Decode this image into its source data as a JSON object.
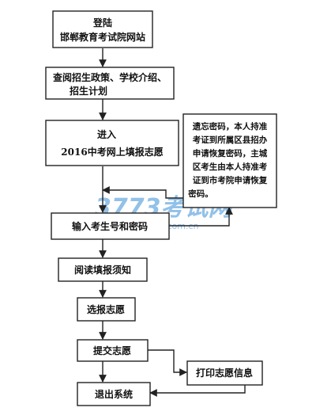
{
  "flowchart": {
    "steps": [
      {
        "id": "login",
        "lines": [
          "登陆",
          "邯郸教育考试院网站"
        ]
      },
      {
        "id": "review",
        "lines": [
          "查阅招生政策、学校介绍、",
          "招生计划"
        ]
      },
      {
        "id": "enter",
        "lines": [
          "进入",
          "2016中考网上填报志愿"
        ]
      },
      {
        "id": "input",
        "lines": [
          "输入考生号和密码"
        ]
      },
      {
        "id": "read",
        "lines": [
          "阅读填报须知"
        ]
      },
      {
        "id": "select",
        "lines": [
          "选报志愿"
        ]
      },
      {
        "id": "submit",
        "lines": [
          "提交志愿"
        ]
      },
      {
        "id": "exit",
        "lines": [
          "退出系统"
        ]
      },
      {
        "id": "print",
        "lines": [
          "打印志愿信息"
        ]
      }
    ],
    "note": {
      "lines": [
        "遗忘密码，本人持准",
        "考证到所属区县招办",
        "申请恢复密码，主城",
        "区考生由本人持准考",
        "证到市考院申请恢复",
        "密码。"
      ]
    }
  },
  "watermark": {
    "logo": "3773考试网",
    "domain": "3773.com.cn",
    "color": "#3a8fd6"
  },
  "colors": {
    "border": "#222222",
    "arrow": "#222222"
  }
}
